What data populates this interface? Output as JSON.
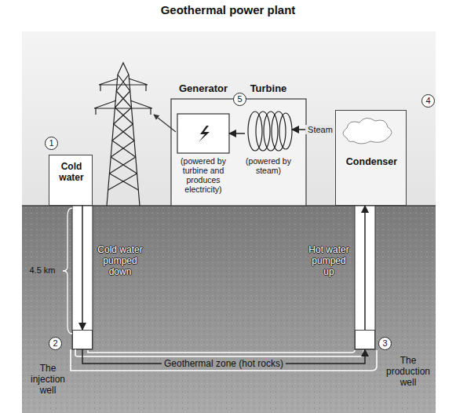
{
  "diagram": {
    "title": "Geothermal power plant",
    "nodes": [
      {
        "text": [
          "Cold water"
        ]
      },
      {
        "text": [
          "Generator",
          "(powered by turbine and produces electricity)"
        ]
      },
      {
        "text": [
          "Turbine",
          "(powered by steam)"
        ]
      },
      {
        "text": [
          "Condenser"
        ]
      },
      {
        "text": [
          "The injection well"
        ]
      },
      {
        "text": [
          "The production well"
        ]
      }
    ],
    "edges": [
      {
        "from": 2,
        "to": 1,
        "arrow": "to"
      },
      {
        "from": 3,
        "to": 2,
        "label": "Steam",
        "arrow": "to"
      },
      {
        "from": 0,
        "to": 4,
        "arrow": "to"
      },
      {
        "from": 4,
        "to": 5,
        "label": "Geothermal zone (hot rocks)",
        "arrow": "to"
      },
      {
        "from": 5,
        "to": 3,
        "arrow": "to"
      }
    ],
    "labels": [
      "1",
      "2",
      "3",
      "4",
      "5",
      "4.5 km",
      "Cold water pumped down",
      "Hot water pumped up"
    ]
  }
}
